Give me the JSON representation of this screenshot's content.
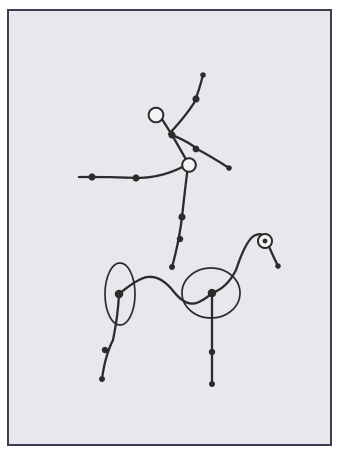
{
  "figure": {
    "background": "#e7e8ec",
    "frame_color": "#3c3c52",
    "ink_color": "#2b2b2b",
    "hollow_fill": "#f4f4f6"
  },
  "upper_figure": {
    "joints": [
      "head",
      "torso",
      "hip",
      "arm-end",
      "arm-tip",
      "foot-left",
      "foot-mid",
      "knee",
      "ankle"
    ],
    "hollow_joints": [
      "head",
      "hip"
    ]
  },
  "lower_figure": {
    "joints": [
      "head",
      "neck",
      "shoulder",
      "front-knee",
      "front-foot",
      "rear-knee",
      "rear-foot"
    ],
    "hollow_joints": [
      "head"
    ],
    "encircled_joints": [
      "shoulder",
      "hip"
    ]
  }
}
